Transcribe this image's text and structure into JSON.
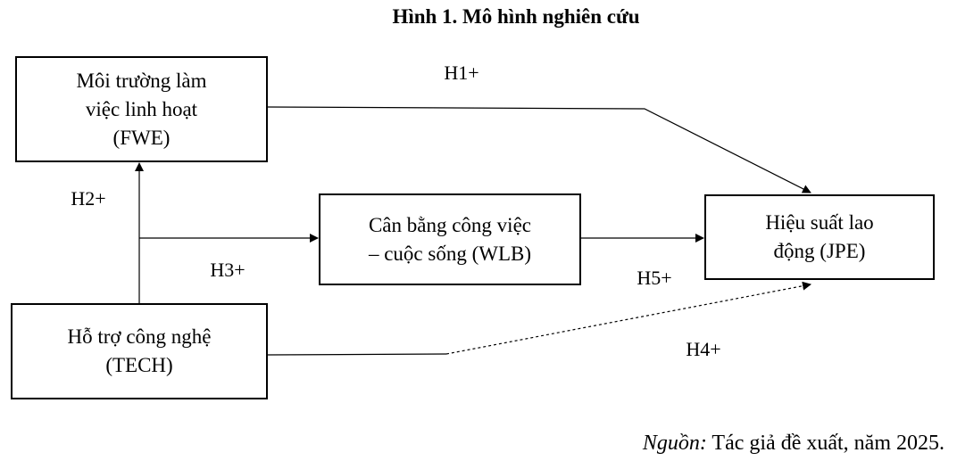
{
  "title": "Hình 1. Mô hình nghiên cứu",
  "nodes": {
    "fwe": {
      "line1": "Môi trường làm",
      "line2": "việc linh hoạt",
      "line3": "(FWE)"
    },
    "wlb": {
      "line1": "Cân bằng công việc",
      "line2": "– cuộc sống (WLB)"
    },
    "jpe": {
      "line1": "Hiệu suất lao",
      "line2": "động (JPE)"
    },
    "tech": {
      "line1": "Hỗ trợ công nghệ",
      "line2": "(TECH)"
    }
  },
  "edges": {
    "h1": "H1+",
    "h2": "H2+",
    "h3": "H3+",
    "h4": "H4+",
    "h5": "H5+"
  },
  "source": {
    "label": "Nguồn:",
    "text": " Tác giả đề xuất, năm 2025."
  }
}
